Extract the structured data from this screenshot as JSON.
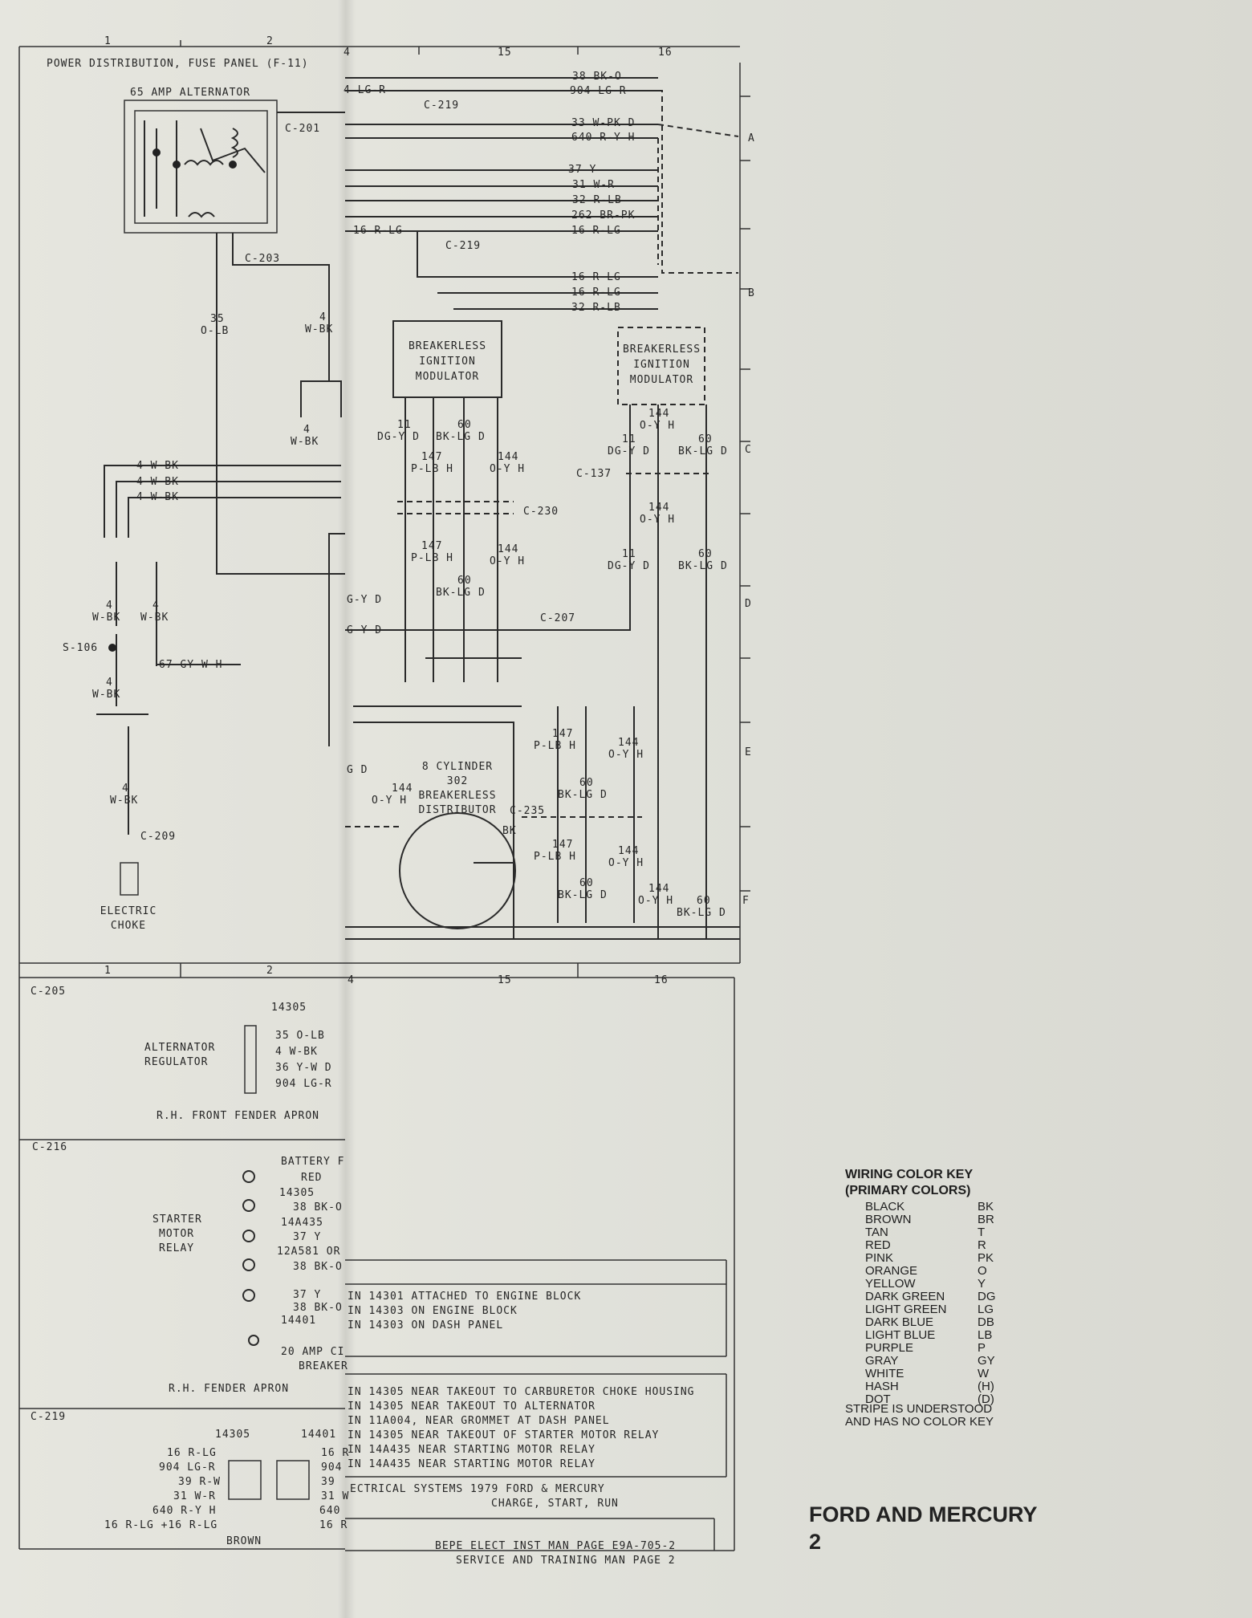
{
  "header": {
    "col_labels": [
      "1",
      "2",
      "4",
      "15",
      "16"
    ],
    "row_labels": [
      "A",
      "B",
      "C",
      "D",
      "E",
      "F"
    ],
    "page_title": "POWER DISTRIBUTION, FUSE PANEL (F-11)"
  },
  "components": {
    "alternator": "65 AMP ALTERNATOR",
    "modulator_1": [
      "BREAKERLESS",
      "IGNITION",
      "MODULATOR"
    ],
    "modulator_2": [
      "BREAKERLESS",
      "IGNITION",
      "MODULATOR"
    ],
    "distributor": [
      "8 CYLINDER",
      "302",
      "BREAKERLESS",
      "DISTRIBUTOR"
    ],
    "choke": [
      "ELECTRIC",
      "CHOKE"
    ],
    "splice": "S-106"
  },
  "connectors": {
    "c201": "C-201",
    "c203": "C-203",
    "c219a": "C-219",
    "c219b": "C-219",
    "c230": "C-230",
    "c137": "C-137",
    "c207": "C-207",
    "c235": "C-235",
    "c209": "C-209"
  },
  "right_wires": [
    "38 BK-O",
    "904 LG-R",
    "33 W-PK D",
    "640 R-Y H",
    "37 Y",
    "31 W-R",
    "32 R-LB",
    "262 BR-PK",
    "16 R-LG",
    "16 R-LG",
    "16 R-LG",
    "32 R-LB"
  ],
  "wires": {
    "w1": "4 LG-R",
    "w2": "16 R-LG",
    "w35a": "35",
    "w35b": "O-LB",
    "w4a": "4",
    "w4b": "W-BK",
    "w4c": "4",
    "w4d": "W-BK",
    "wbk1": "4 W-BK",
    "wbk2": "4 W-BK",
    "wbk3": "4 W-BK",
    "wl1": "4",
    "wl2": "W-BK",
    "wl3": "4",
    "wl4": "W-BK",
    "w67": "67 GY-W H",
    "wl5": "4",
    "wl6": "W-BK",
    "wl7": "4",
    "wl8": "W-BK",
    "m11a": "11",
    "m11b": "DG-Y D",
    "m60a": "60",
    "m60b": "BK-LG D",
    "m147a": "147",
    "m147b": "P-LB H",
    "m144a": "144",
    "m144b": "O-Y H",
    "m147c": "147",
    "m147d": "P-LB H",
    "m144c": "144",
    "m144d": "O-Y H",
    "m60c": "60",
    "m60d": "BK-LG D",
    "m2144a": "144",
    "m2144b": "O-Y H",
    "m211a": "11",
    "m211b": "DG-Y D",
    "m260a": "60",
    "m260b": "BK-LG D",
    "m2144c": "144",
    "m2144d": "O-Y H",
    "m211c": "11",
    "m211d": "DG-Y D",
    "m260c": "60",
    "m260d": "BK-LG D",
    "dgy1": "G-Y D",
    "dgy2": "G-Y D",
    "gd": "G D",
    "d144a": "144",
    "d144b": "O-Y H",
    "d147a": "147",
    "d147b": "P-LB H",
    "d144c": "144",
    "d144d": "O-Y H",
    "d60a": "60",
    "d60b": "BK-LG D",
    "d147c": "147",
    "d147d": "P-LB H",
    "d144e": "144",
    "d144f": "O-Y H",
    "d60c": "60",
    "d60d": "BK-LG D",
    "d144g": "144",
    "d144h": "O-Y H",
    "d60e": "60",
    "d60f": "BK-LG D",
    "bk": "BK"
  },
  "inset_c205": {
    "id": "C-205",
    "part": "14305",
    "device": [
      "ALTERNATOR",
      "REGULATOR"
    ],
    "pins": [
      "35 O-LB",
      "4 W-BK",
      "36 Y-W D",
      "904 LG-R"
    ],
    "location": "R.H. FRONT FENDER APRON"
  },
  "inset_c216": {
    "id": "C-216",
    "device": [
      "STARTER",
      "MOTOR",
      "RELAY"
    ],
    "terms": [
      "BATTERY F",
      "RED",
      "14305",
      "38 BK-O",
      "14A435",
      "37 Y",
      "12A581 OR",
      "38 BK-O",
      "37 Y",
      "38 BK-O",
      "14401",
      "20 AMP CI",
      "BREAKER"
    ],
    "location": "R.H. FENDER APRON"
  },
  "inset_c219": {
    "id": "C-219",
    "part_left": "14305",
    "part_right": "14401",
    "left_pins": [
      "16 R-LG",
      "904 LG-R",
      "39 R-W",
      "31 W-R",
      "640 R-Y H",
      "16 R-LG +16 R-LG"
    ],
    "right_pins": [
      "16 R",
      "904",
      "39",
      "31 W",
      "640",
      "16 R"
    ],
    "bottom": "BROWN"
  },
  "locations_1": [
    "IN 14301 ATTACHED TO ENGINE BLOCK",
    "IN 14303 ON ENGINE BLOCK",
    "IN 14303 ON DASH PANEL"
  ],
  "locations_2": [
    "IN 14305 NEAR TAKEOUT TO CARBURETOR CHOKE HOUSING",
    "IN 14305 NEAR TAKEOUT TO ALTERNATOR",
    "IN 11A004, NEAR GROMMET AT DASH PANEL",
    "IN 14305 NEAR TAKEOUT OF STARTER MOTOR RELAY",
    "IN 14A435 NEAR STARTING MOTOR RELAY",
    "IN 14A435 NEAR STARTING MOTOR RELAY"
  ],
  "title_block": [
    "ECTRICAL SYSTEMS 1979 FORD & MERCURY",
    "CHARGE, START, RUN"
  ],
  "page_refs": [
    "BEPE ELECT INST MAN PAGE E9A-705-2",
    "SERVICE AND TRAINING MAN PAGE 2"
  ],
  "color_key": {
    "title1": "WIRING COLOR KEY",
    "title2": "(PRIMARY COLORS)",
    "rows": [
      [
        "BLACK",
        "BK"
      ],
      [
        "BROWN",
        "BR"
      ],
      [
        "TAN",
        "T"
      ],
      [
        "RED",
        "R"
      ],
      [
        "PINK",
        "PK"
      ],
      [
        "ORANGE",
        "O"
      ],
      [
        "YELLOW",
        "Y"
      ],
      [
        "DARK GREEN",
        "DG"
      ],
      [
        "LIGHT GREEN",
        "LG"
      ],
      [
        "DARK BLUE",
        "DB"
      ],
      [
        "LIGHT BLUE",
        "LB"
      ],
      [
        "PURPLE",
        "P"
      ],
      [
        "GRAY",
        "GY"
      ],
      [
        "WHITE",
        "W"
      ],
      [
        "HASH",
        "(H)"
      ],
      [
        "DOT",
        "(D)"
      ]
    ],
    "note1": "STRIPE IS UNDERSTOOD",
    "note2": "AND HAS NO COLOR KEY"
  },
  "brand": {
    "name": "FORD AND MERCURY",
    "page": "2"
  }
}
